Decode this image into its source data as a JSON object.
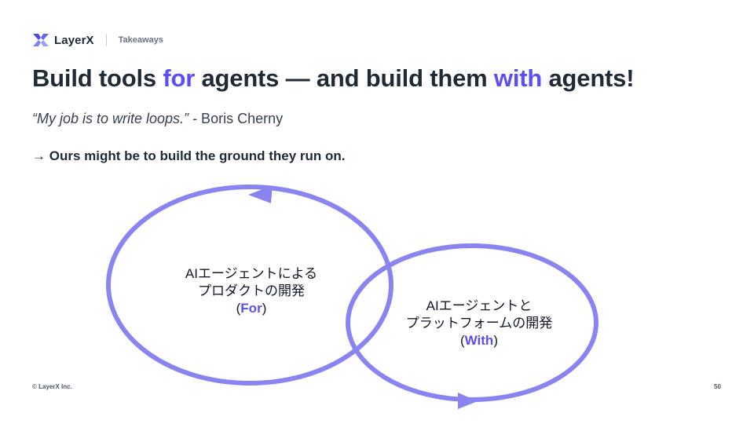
{
  "header": {
    "brand": "LayerX",
    "section": "Takeaways"
  },
  "title": {
    "part1": "Build tools ",
    "for": "for",
    "part2": " agents — and build them ",
    "with": "with",
    "part3": " agents!"
  },
  "quote": {
    "text": "“My job is to write loops.”",
    "attribution": " - Boris Cherny"
  },
  "takeaway": "→ Ours might be to build the ground they run on.",
  "diagram": {
    "left": {
      "line1": "AIエージェントによる",
      "line2": "プロダクトの開発",
      "keyword": "For"
    },
    "right": {
      "line1": "AIエージェントと",
      "line2": "プラットフォームの開発",
      "keyword": "With"
    },
    "paren_open": "(",
    "paren_close": ")",
    "circle_color": "#8a84f0"
  },
  "footer": {
    "copyright": "© LayerX Inc.",
    "page_number": "50"
  },
  "colors": {
    "accent": "#5b4ef2",
    "text": "#1f2a37"
  }
}
